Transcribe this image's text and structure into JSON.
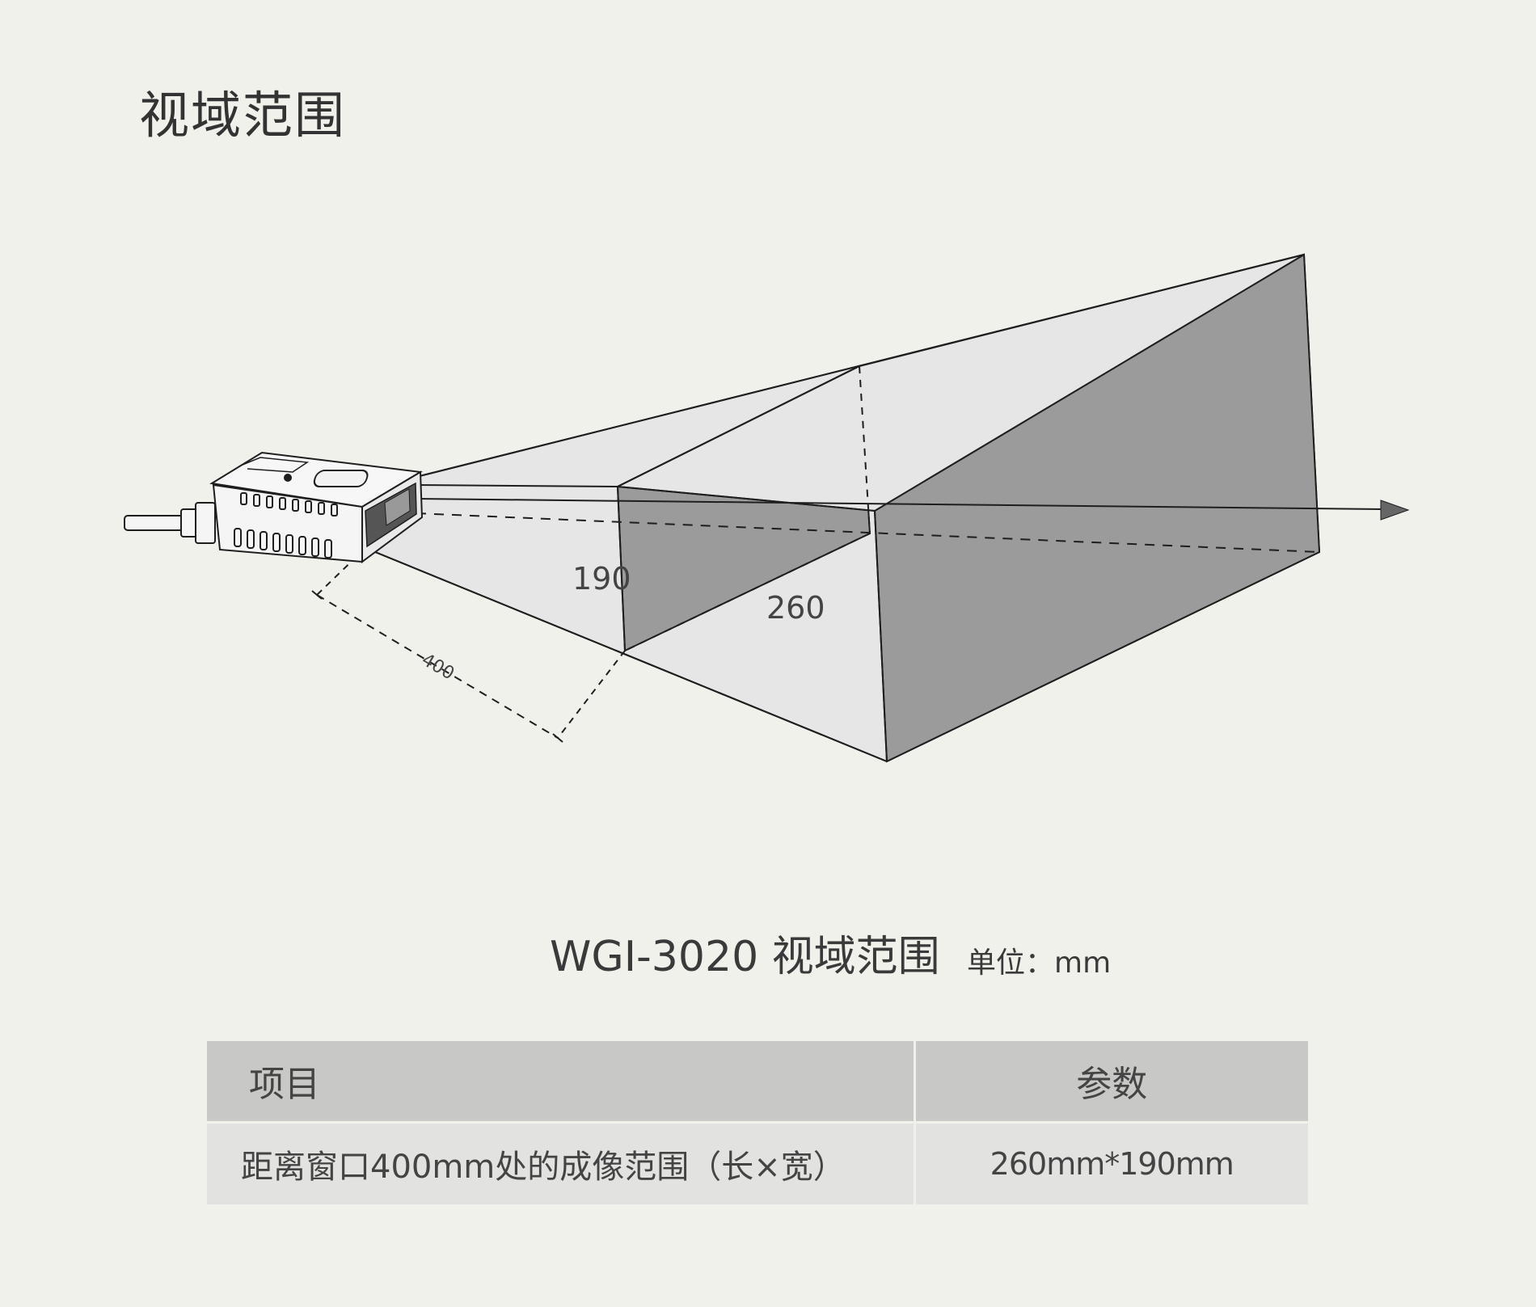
{
  "page_title": "视域范围",
  "diagram": {
    "height_label": "190",
    "width_label": "260",
    "distance_label": "400"
  },
  "caption": {
    "title": "WGI-3020 视域范围",
    "unit": "单位：mm"
  },
  "table": {
    "headers": [
      "项目",
      "参数"
    ],
    "rows": [
      [
        "距离窗口400mm处的成像范围（长×宽）",
        "260mm*190mm"
      ]
    ]
  },
  "colors": {
    "background": "#f1f1ec",
    "cone_light": "#e6e6e6",
    "face_dark": "#9b9b9b",
    "table_header": "#c8c8c6",
    "table_row": "#e2e2e0"
  }
}
